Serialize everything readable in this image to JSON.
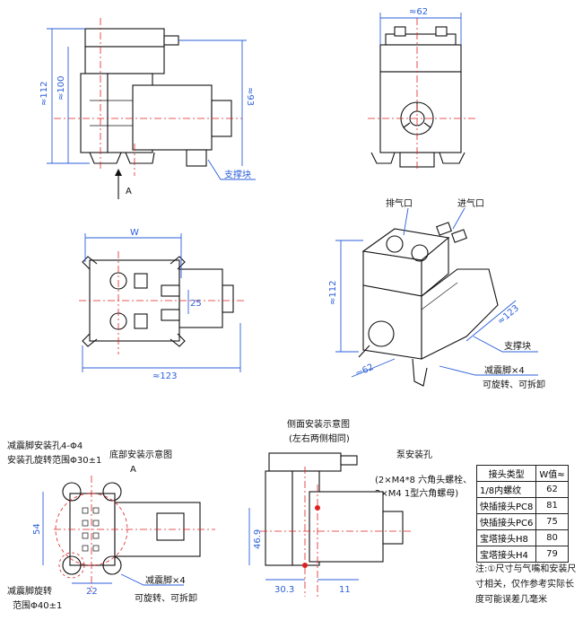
{
  "dims": {
    "d112": "≈112",
    "d100": "≈100",
    "d93": "≈93",
    "d62": "≈62",
    "w": "W",
    "d25": "25",
    "d123": "≈123",
    "d112b": "≈112",
    "d62b": "≈62",
    "d123b": "≈123",
    "d54": "54",
    "d22": "22",
    "d469": "46.9",
    "d303": "30.3",
    "d11": "11"
  },
  "labels": {
    "view_a": "A",
    "view_a2": "A",
    "support_block": "支撑块",
    "support_block2": "支撑块",
    "exhaust": "排气口",
    "intake": "进气口",
    "damper_x4": "减震脚×4",
    "rotatable": "可旋转、可拆卸",
    "damper_hole_1": "减震脚安装孔4-Φ4",
    "damper_hole_2": "安装孔旋转范围Φ30±1",
    "bottom_view_1": "底部安装示意图",
    "damper_rot_1": "减震脚旋转",
    "damper_rot_2": "范围Φ40±1",
    "damper_x4b": "减震脚×4",
    "rotatable2": "可旋转、可拆卸",
    "side_view_1": "侧面安装示意图",
    "side_view_2": "(左右两侧相同)",
    "pump_hole": "泵安装孔",
    "pump_hole_2": "(2×M4*8 六角头螺栓、",
    "pump_hole_3": "2×M4 1型六角螺母)"
  },
  "table": {
    "headers": [
      "接头类型",
      "W值≈"
    ],
    "rows": [
      [
        "1/8内螺纹",
        "62"
      ],
      [
        "快插接头PC8",
        "81"
      ],
      [
        "快插接头PC6",
        "75"
      ],
      [
        "宝塔接头H8",
        "80"
      ],
      [
        "宝塔接头H4",
        "79"
      ]
    ]
  },
  "note": "注:①尺寸与气嘴和安装尺寸相关，仅作参考实际长度可能误差几毫米"
}
